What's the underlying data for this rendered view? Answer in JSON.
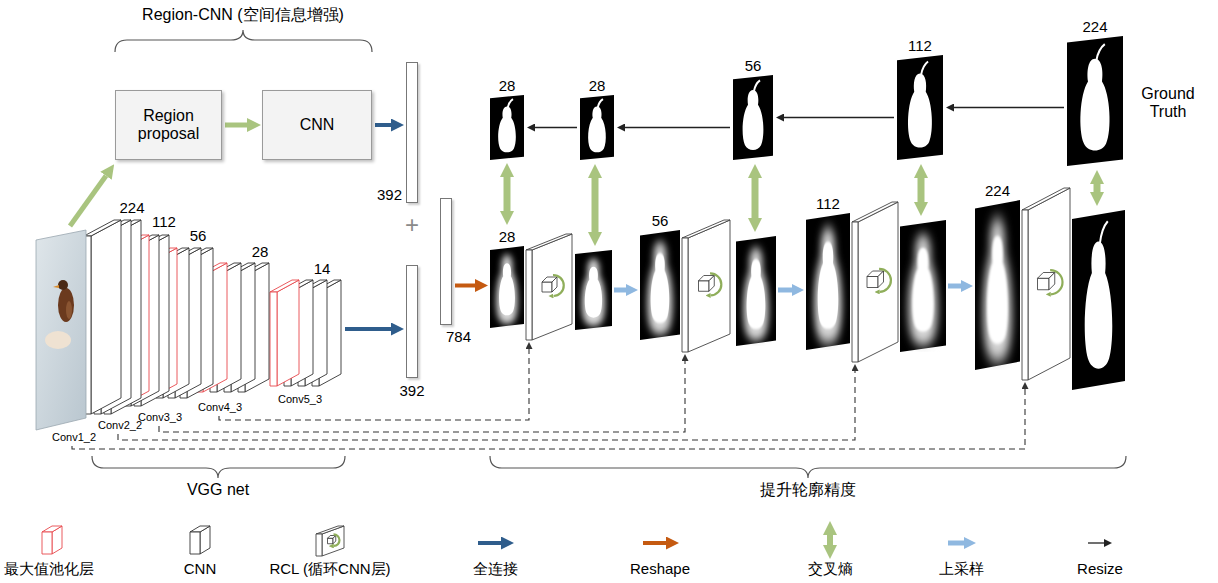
{
  "diagram": {
    "nodes": [
      {
        "text": [
          "Region proposal"
        ]
      },
      {
        "text": [
          "CNN"
        ]
      },
      {
        "text": [
          "392"
        ]
      },
      {
        "text": [
          "784"
        ]
      },
      {
        "text": [
          "392"
        ]
      },
      {
        "text": [
          "224",
          "Conv1_2"
        ]
      },
      {
        "text": [
          "112",
          "Conv2_2"
        ]
      },
      {
        "text": [
          "56",
          "Conv3_3"
        ]
      },
      {
        "text": [
          "28",
          "Conv4_3"
        ]
      },
      {
        "text": [
          "14",
          "Conv5_3"
        ]
      },
      {
        "text": [
          "28"
        ]
      },
      {
        "text": [
          "56"
        ]
      },
      {
        "text": [
          "112"
        ]
      },
      {
        "text": [
          "224"
        ]
      },
      {
        "text": [
          "28"
        ]
      },
      {
        "text": [
          "28"
        ]
      },
      {
        "text": [
          "56"
        ]
      },
      {
        "text": [
          "112"
        ]
      },
      {
        "text": [
          "224",
          "Ground Truth"
        ]
      }
    ],
    "edges": [
      {
        "from": 0,
        "to": 1,
        "arrow": "to"
      },
      {
        "from": 1,
        "to": 2,
        "arrow": "to"
      },
      {
        "from": 9,
        "to": 4,
        "arrow": "to"
      },
      {
        "from": 3,
        "to": 10,
        "arrow": "to"
      },
      {
        "from": 18,
        "to": 17,
        "arrow": "to"
      },
      {
        "from": 17,
        "to": 16,
        "arrow": "to"
      },
      {
        "from": 16,
        "to": 15,
        "arrow": "to"
      },
      {
        "from": 15,
        "to": 14,
        "arrow": "to"
      },
      {
        "from": 14,
        "to": 10,
        "arrow": "both"
      }
    ],
    "labels": [
      "Region-CNN (空间信息增强)",
      "+",
      "VGG net",
      "提升轮廓精度"
    ],
    "legend": [
      {
        "text": "最大值池化层"
      },
      {
        "text": "CNN"
      },
      {
        "text": "RCL (循环CNN层)"
      },
      {
        "text": "全连接"
      },
      {
        "text": "Reshape"
      },
      {
        "text": "交叉熵"
      },
      {
        "text": "上采样"
      },
      {
        "text": "Resize"
      }
    ]
  }
}
